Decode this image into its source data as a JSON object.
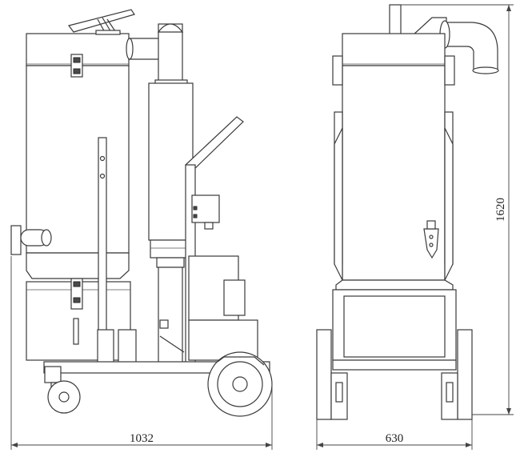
{
  "dimensions": {
    "side_width": "1032",
    "front_width": "630",
    "height": "1620"
  }
}
